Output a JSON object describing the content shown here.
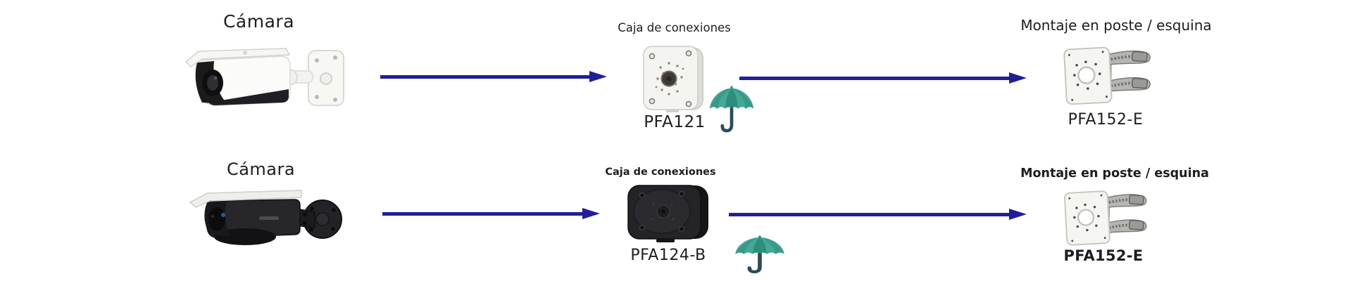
{
  "colors": {
    "background": "#ffffff",
    "text_dark": "#1d1d22",
    "arrow_blue": "#211e97",
    "umbrella_teal": "#45a796",
    "umbrella_teal_dark": "#2f8d7d",
    "umbrella_handle": "#2e4a5c"
  },
  "diagram": {
    "rows": [
      {
        "camera": {
          "label": "Cámara",
          "image": "white-bullet-camera"
        },
        "junction_box": {
          "label": "Caja de conexiones",
          "model": "PFA121",
          "image": "white-junction-box"
        },
        "weather_icon": "umbrella-icon",
        "mount": {
          "label": "Montaje en poste / esquina",
          "model": "PFA152-E",
          "image": "pole-corner-mount"
        }
      },
      {
        "camera": {
          "label": "Cámara",
          "image": "black-panoramic-camera"
        },
        "junction_box": {
          "label": "Caja de conexiones",
          "model": "PFA124-B",
          "image": "black-junction-box"
        },
        "weather_icon": "umbrella-icon",
        "mount": {
          "label": "Montaje en poste / esquina",
          "model": "PFA152-E",
          "image": "pole-corner-mount"
        }
      }
    ]
  }
}
